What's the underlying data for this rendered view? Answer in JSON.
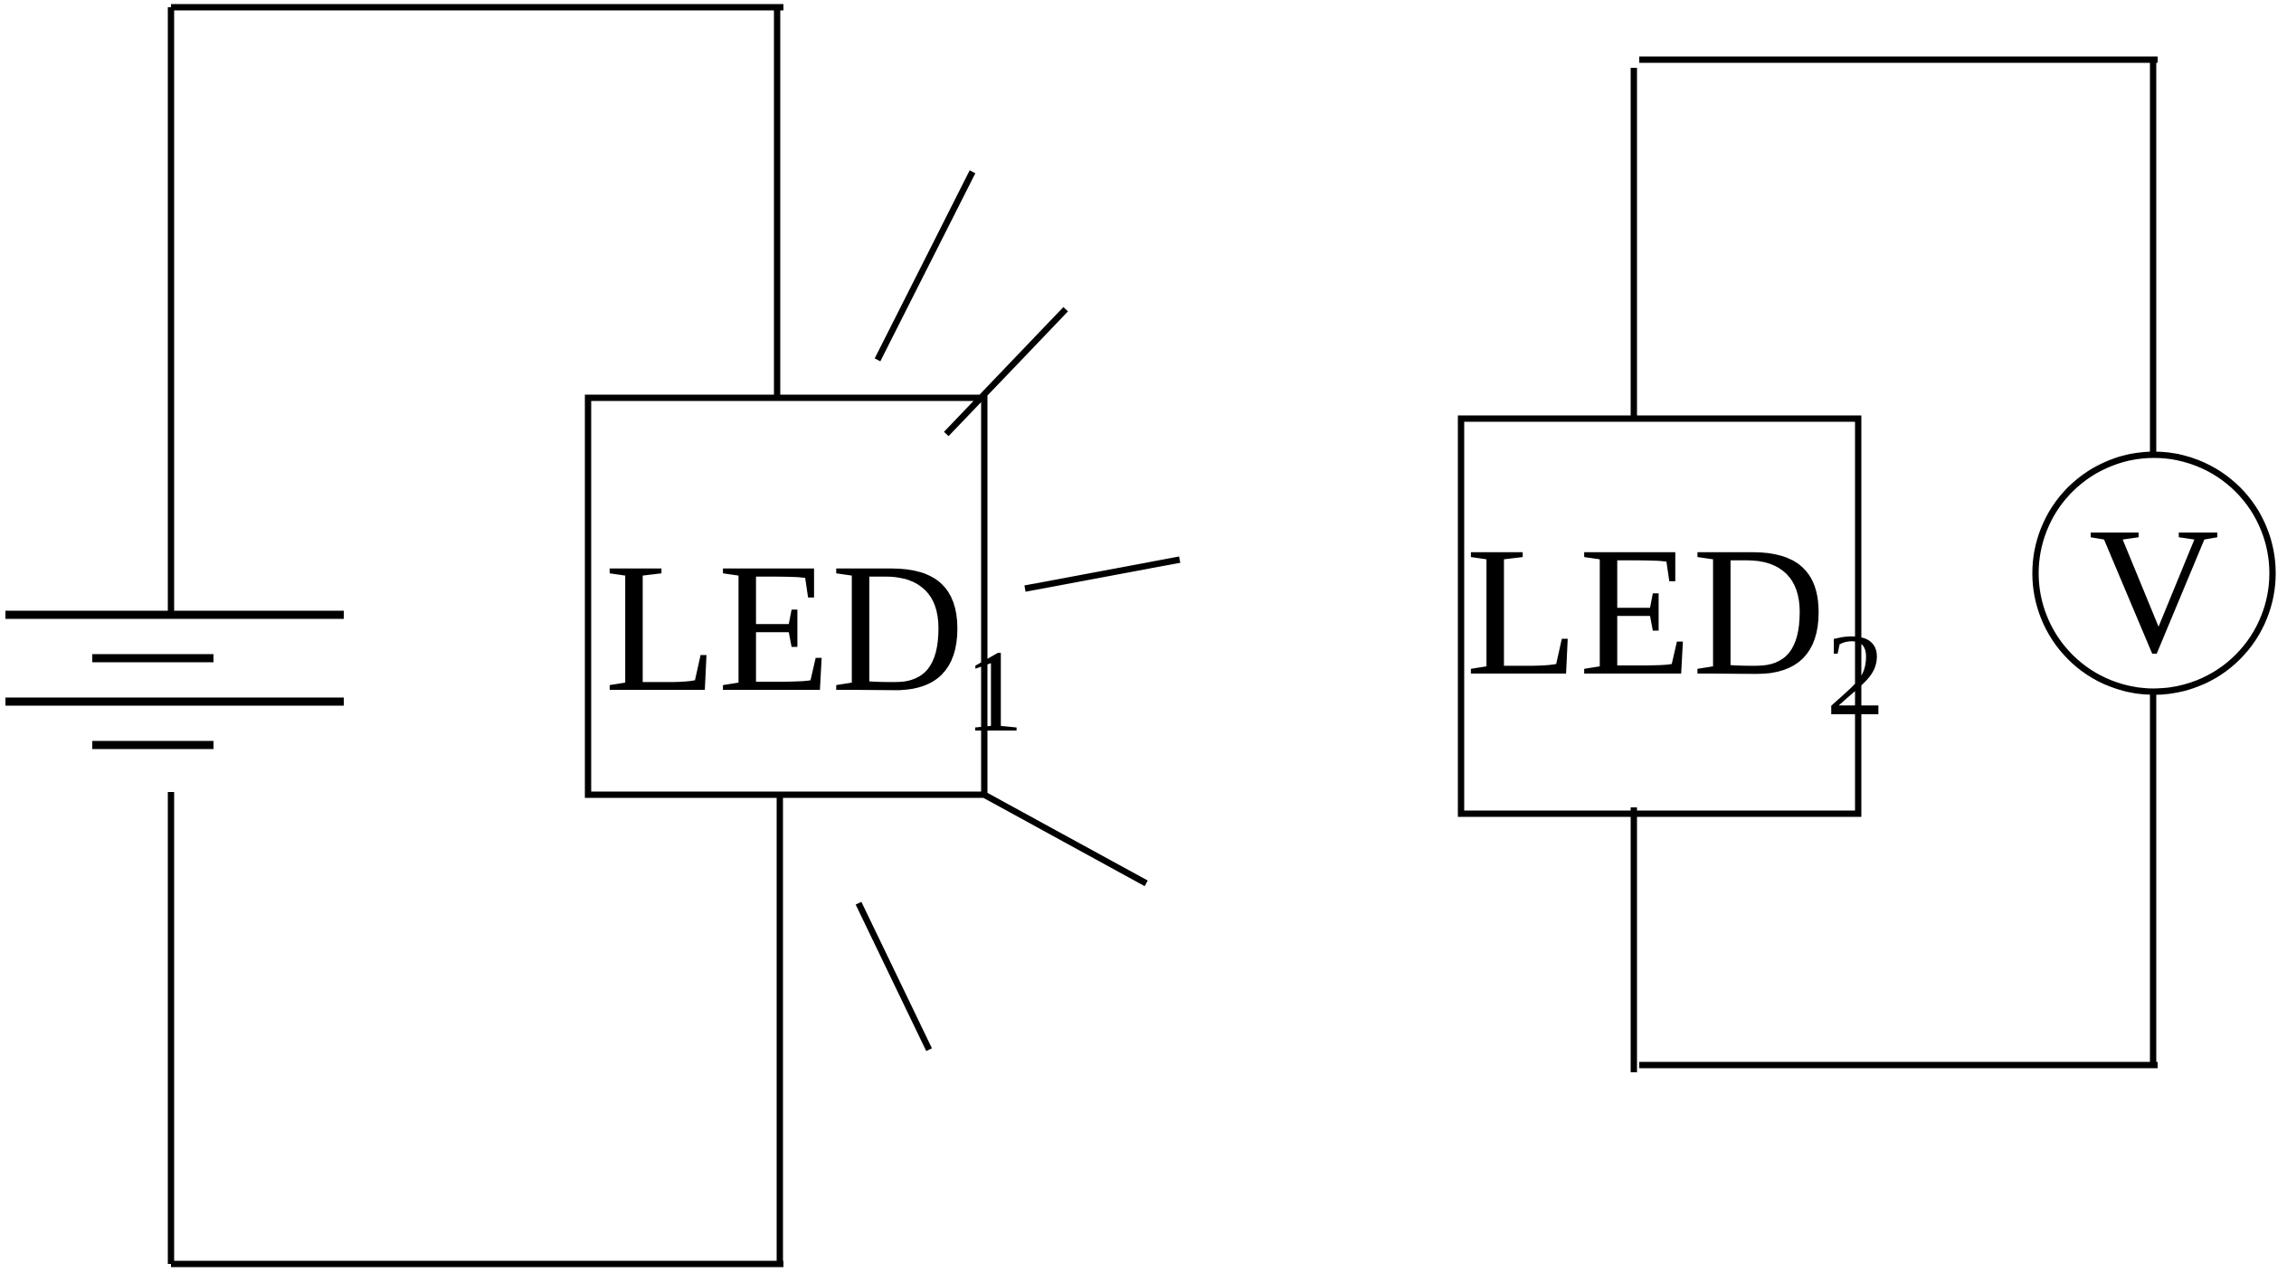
{
  "diagram": {
    "type": "circuit-schematic",
    "stroke_color": "#000000",
    "background": "#ffffff",
    "left_circuit": {
      "components": [
        "battery",
        "LED1"
      ],
      "led": {
        "label": "LED",
        "subscript": "1",
        "state": "lit"
      }
    },
    "right_circuit": {
      "components": [
        "LED2",
        "voltmeter"
      ],
      "led": {
        "label": "LED",
        "subscript": "2",
        "state": "unlit"
      },
      "meter": {
        "label": "V"
      }
    }
  }
}
